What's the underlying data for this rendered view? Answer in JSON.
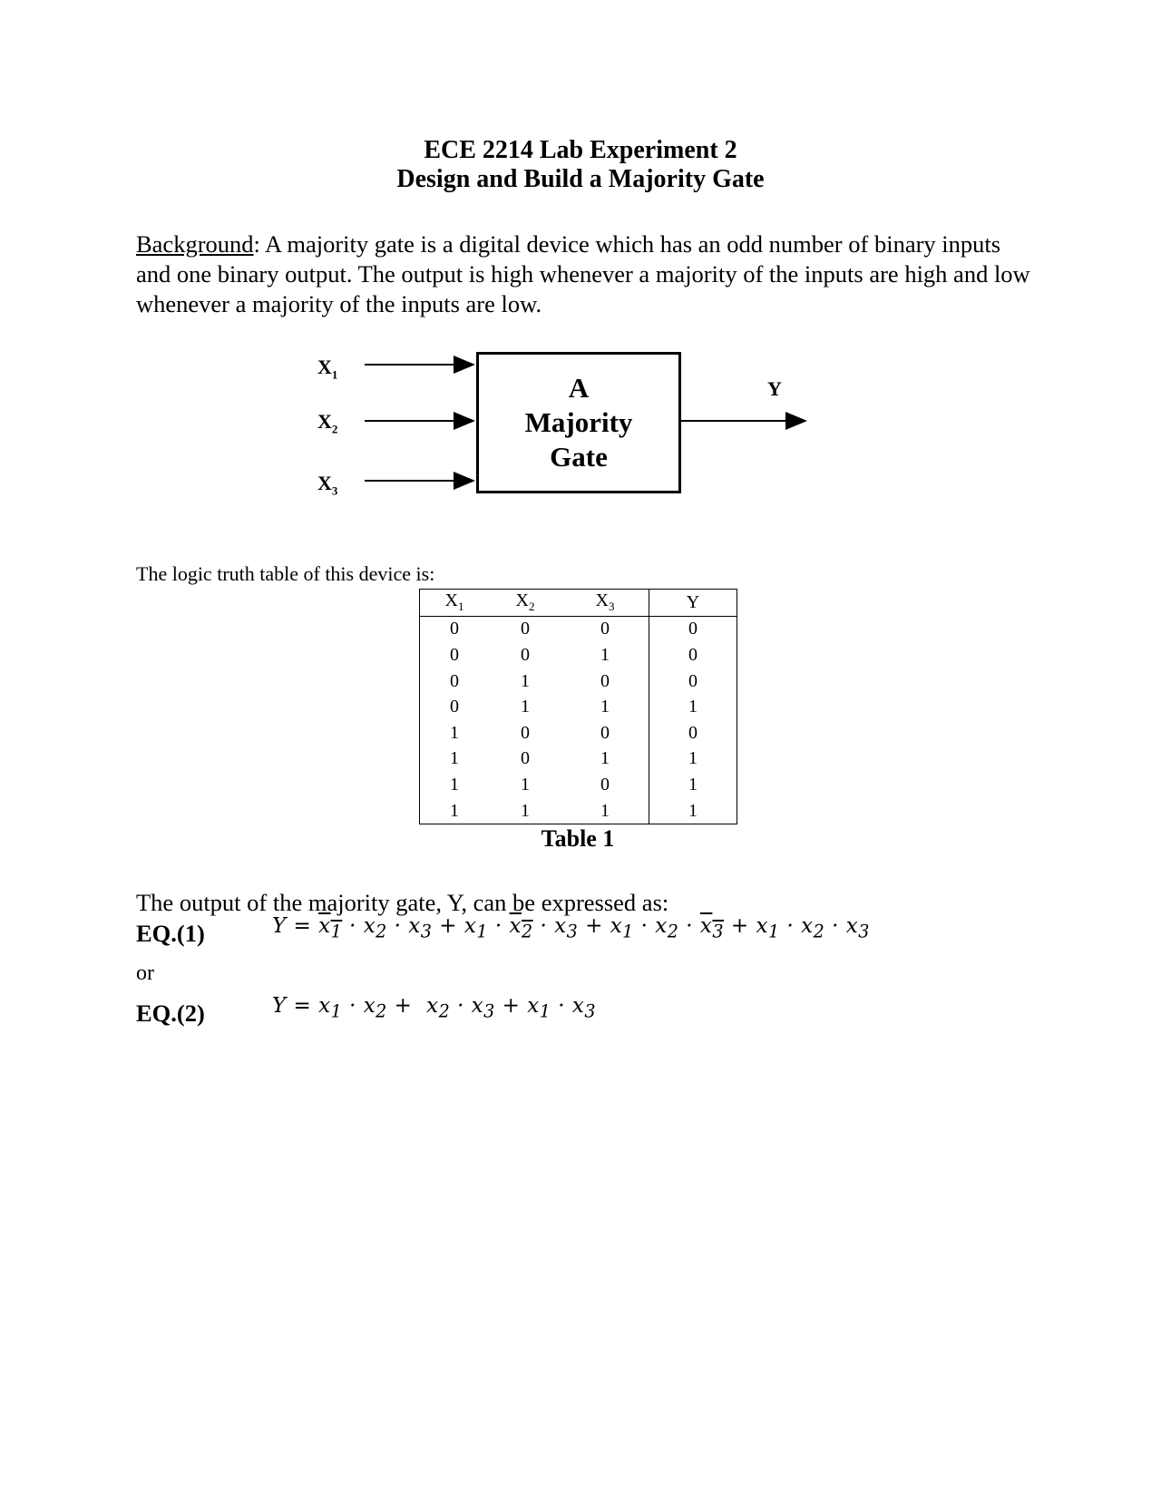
{
  "header": {
    "title_line1": "ECE 2214 Lab Experiment 2",
    "title_line2": "Design and Build a Majority Gate"
  },
  "background": {
    "label": "Background",
    "text": ": A majority gate is a digital device which has an odd number of binary inputs and one binary output. The output is high whenever a majority of the inputs are high and low whenever a majority of the inputs are low."
  },
  "diagram": {
    "inputs": [
      {
        "base": "X",
        "sub": "1"
      },
      {
        "base": "X",
        "sub": "2"
      },
      {
        "base": "X",
        "sub": "3"
      }
    ],
    "box_lines": [
      "A",
      "Majority",
      "Gate"
    ],
    "output_label": "Y"
  },
  "truth_table": {
    "intro": "The logic truth table of this device is:",
    "headers": [
      {
        "base": "X",
        "sub": "1"
      },
      {
        "base": "X",
        "sub": "2"
      },
      {
        "base": "X",
        "sub": "3"
      },
      {
        "base": "Y",
        "sub": ""
      }
    ],
    "rows": [
      [
        "0",
        "0",
        "0",
        "0"
      ],
      [
        "0",
        "0",
        "1",
        "0"
      ],
      [
        "0",
        "1",
        "0",
        "0"
      ],
      [
        "0",
        "1",
        "1",
        "1"
      ],
      [
        "1",
        "0",
        "0",
        "0"
      ],
      [
        "1",
        "0",
        "1",
        "1"
      ],
      [
        "1",
        "1",
        "0",
        "1"
      ],
      [
        "1",
        "1",
        "1",
        "1"
      ]
    ],
    "caption": "Table 1"
  },
  "output_section": {
    "intro": "The output of the majority gate, Y, can be expressed as:",
    "eq1_label": "EQ.(1)",
    "or_text": "or",
    "eq2_label": "EQ.(2)"
  }
}
